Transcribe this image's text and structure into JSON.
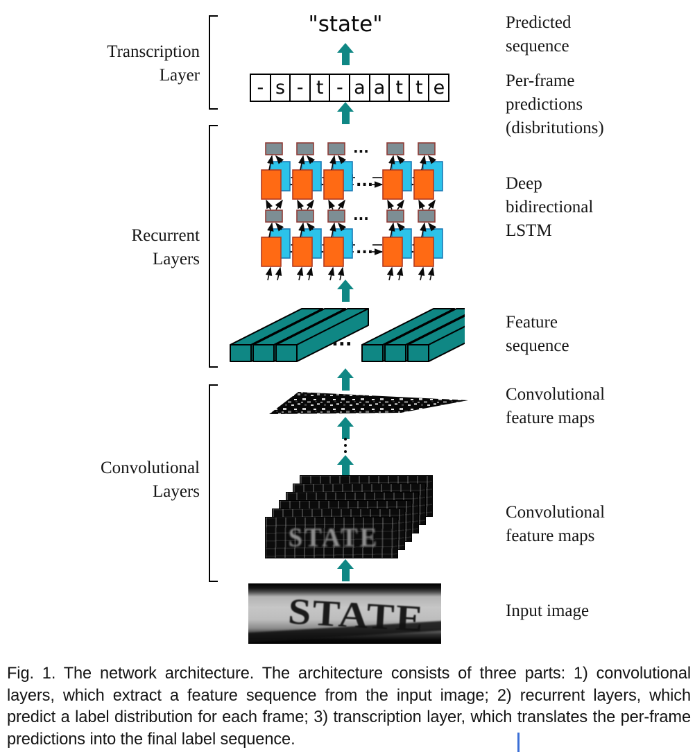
{
  "figure": {
    "predicted_text": "\"state\"",
    "frame_cells": [
      "-",
      "s",
      "-",
      "t",
      "-",
      "a",
      "a",
      "t",
      "t",
      "e"
    ],
    "ellipsis_h": "...",
    "stack_label_text": "STATE",
    "input_image_text": "STATE",
    "left_labels": [
      "Transcription\nLayer",
      "Recurrent\nLayers",
      "Convolutional\nLayers"
    ],
    "right_labels": [
      "Predicted\nsequence",
      "Per-frame\npredictions\n(disbritutions)",
      "Deep\nbidirectional\nLSTM",
      "Feature\nsequence",
      "Convolutional\nfeature maps",
      "Convolutional\nfeature maps",
      "Input image"
    ]
  },
  "colors": {
    "teal": "#0f8784",
    "orange": "#ff6a14",
    "orange_border": "#b03a20",
    "cyan": "#2cc3ea",
    "cyan_border": "#1a7ab5",
    "gray_box": "#7d8e94",
    "gray_box_border": "#8e3b36",
    "arrow_black": "#0a0a0a",
    "caret_blue": "#3b6fd6"
  },
  "caption": "Fig. 1. The network architecture. The architecture consists of three parts: 1) convolutional layers, which extract a feature sequence from the input image; 2) recurrent layers, which predict a label distribution for each frame; 3) transcription layer, which translates the per-frame predictions into the final label sequence."
}
